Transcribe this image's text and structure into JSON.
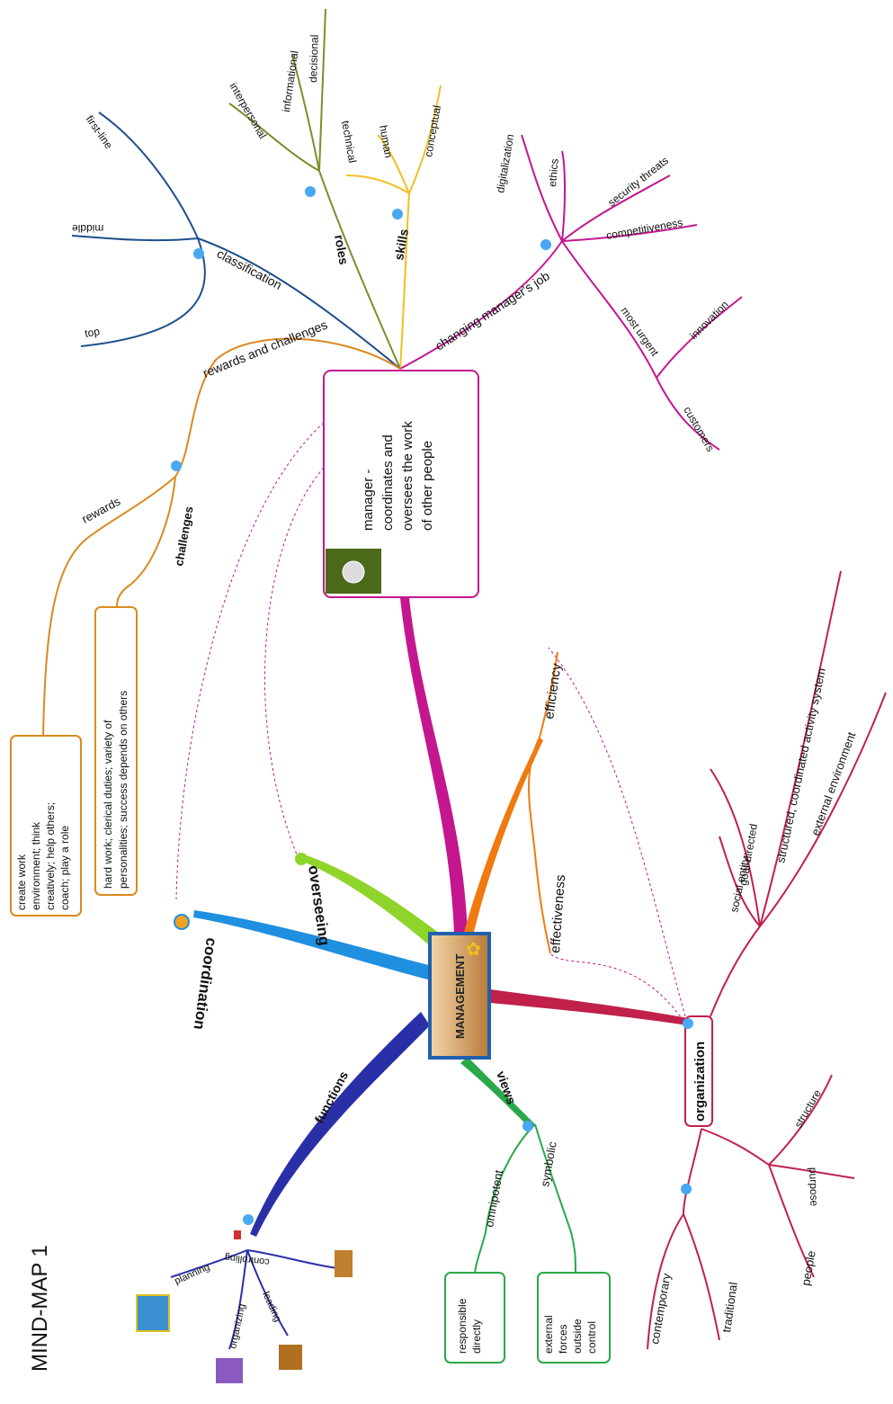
{
  "title": "MIND-MAP 1",
  "central": "MANAGEMENT",
  "manager_box": {
    "lines": [
      "manager -",
      "coordinates and",
      "oversees the work",
      "of other people"
    ]
  },
  "branches": {
    "functions": {
      "label": "functions",
      "items": [
        "planning",
        "organizing",
        "leading",
        "controlling"
      ]
    },
    "views": {
      "label": "views",
      "items": [
        "omnipotent",
        "symbolic"
      ],
      "notes": [
        [
          "responsible",
          "directly"
        ],
        [
          "external",
          "forces",
          "outside",
          "control"
        ]
      ]
    },
    "organization": {
      "label": "organization",
      "items": [
        "contemporary",
        "traditional",
        "people",
        "purpose",
        "structure"
      ],
      "characteristics": [
        "social entity",
        "goal-directed",
        "structured, coordinated activity system",
        "external environment"
      ]
    },
    "coordination": {
      "label": "coordination"
    },
    "overseeing": {
      "label": "overseeing"
    },
    "efficiency": {
      "label": "efficiency"
    },
    "effectiveness": {
      "label": "effectiveness"
    },
    "rewards_challenges": {
      "label": "rewards and challenges",
      "rewards": "rewards",
      "challenges": "challenges",
      "rewards_note": [
        "create work",
        "environment; think",
        "creatively; help others;",
        "coach; play a role"
      ],
      "challenges_note": [
        "hard work; clerical duties; variety of",
        "personalities; success depends on others"
      ]
    },
    "classification": {
      "label": "classification",
      "items": [
        "top",
        "middle",
        "first-line"
      ]
    },
    "roles": {
      "label": "roles",
      "items": [
        "interpersonal",
        "informational",
        "decisional"
      ]
    },
    "skills": {
      "label": "skills",
      "items": [
        "technical",
        "human",
        "conceptual"
      ]
    },
    "changing_job": {
      "label": "changing manager's job",
      "items": [
        "digitalization",
        "ethics",
        "security threats",
        "competitiveness",
        "most urgent",
        "innovation",
        "customers"
      ]
    }
  },
  "colors": {
    "functions": "#2a2fa8",
    "views": "#2aa84a",
    "organization": "#c0204a",
    "coordination": "#1f8fe0",
    "overseeing": "#8fd42a",
    "efficiency": "#f07a10",
    "manager": "#c4168f",
    "rewards": "#d98a20",
    "classification": "#1f4f8a",
    "roles": "#7a8f2a",
    "skills": "#f0c020",
    "changing": "#c4168f",
    "central_fill": "#d4a060",
    "central_border": "#2060b0"
  }
}
